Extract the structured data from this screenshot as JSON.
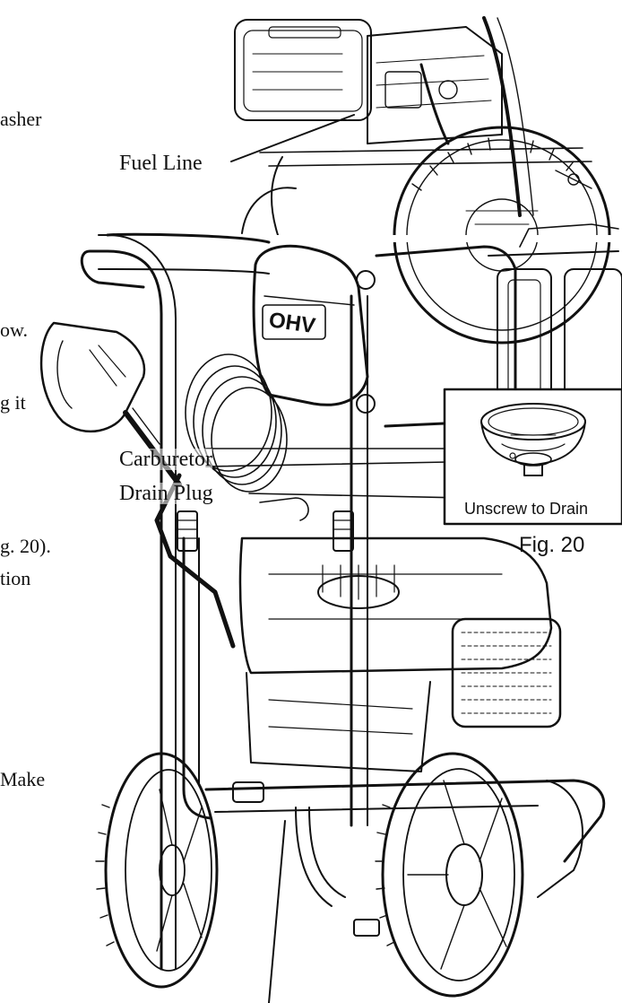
{
  "left_text_fragments": [
    "asher",
    "ow.",
    "g it",
    "g. 20).",
    "tion",
    "Make"
  ],
  "callouts": {
    "fuel_line": "Fuel Line",
    "carburetor_line1": "Carburetor",
    "carburetor_line2": "Drain Plug",
    "inset_caption": "Unscrew to Drain",
    "figure_label": "Fig. 20"
  },
  "engine_badge": "OHV"
}
